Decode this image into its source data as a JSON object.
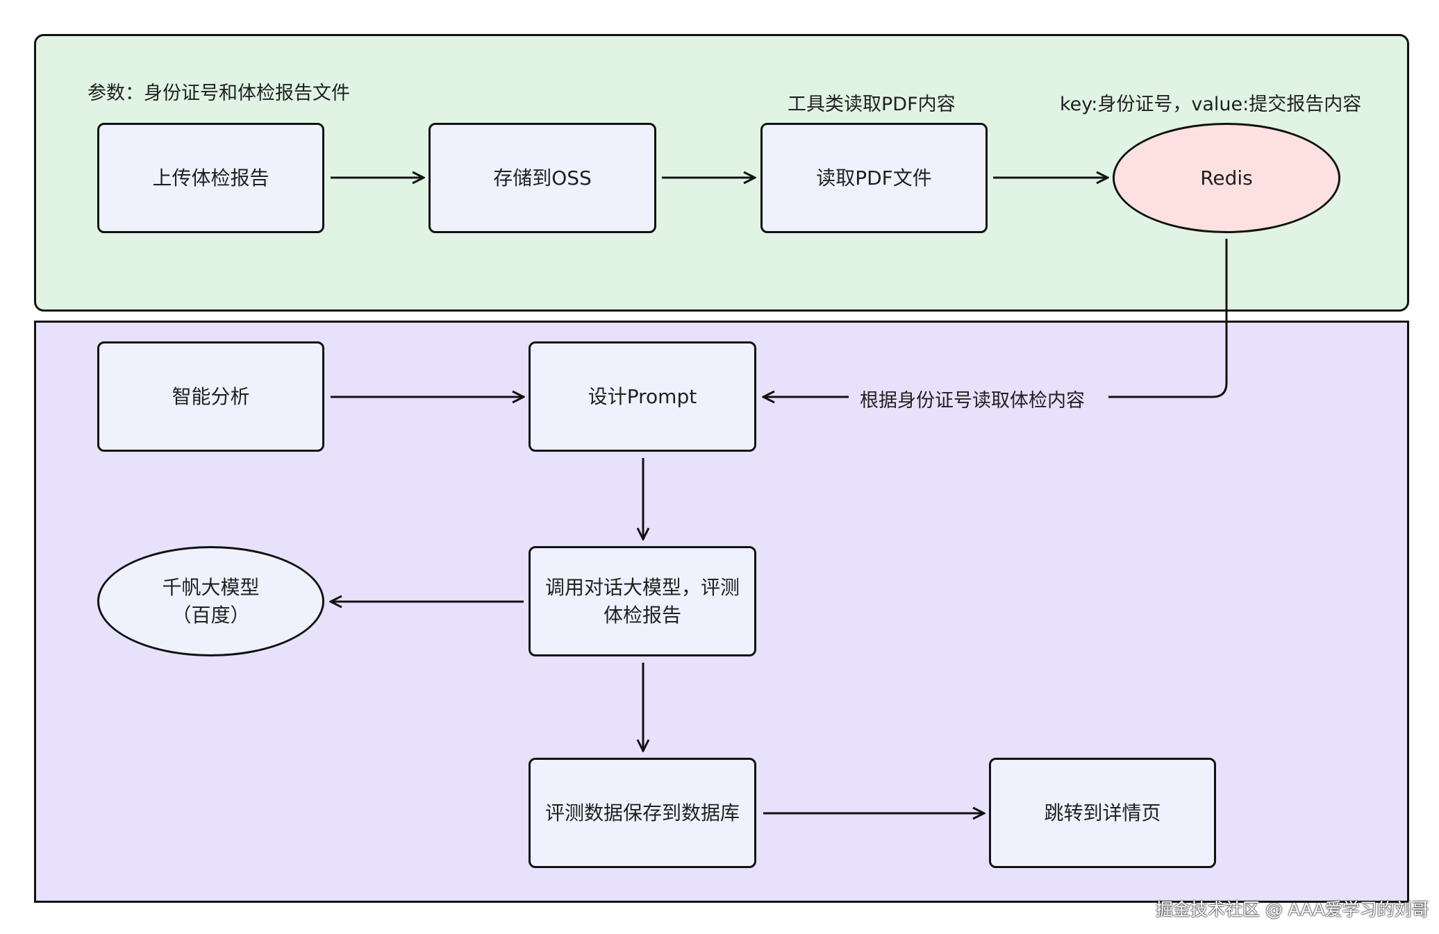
{
  "top_panel": {
    "param_label": "参数：身份证号和体检报告文件",
    "tool_label": "工具类读取PDF内容",
    "kv_label": "key:身份证号，value:提交报告内容",
    "upload": "上传体检报告",
    "store": "存储到OSS",
    "read_pdf": "读取PDF文件",
    "redis": "Redis"
  },
  "bottom_panel": {
    "analysis": "智能分析",
    "design_prompt": "设计Prompt",
    "read_by_id": "根据身份证号读取体检内容",
    "call_model": "调用对话大模型，评测\n体检报告",
    "qianfan": "千帆大模型\n（百度）",
    "save_db": "评测数据保存到数据库",
    "detail_page": "跳转到详情页"
  },
  "watermark": "掘金技术社区 @ AAA爱学习的刘哥",
  "colors": {
    "top_panel_bg": "#e1f4e3",
    "bottom_panel_bg": "#e7e1fb",
    "node_bg": "#eff2fd",
    "redis_bg": "#fde1e1"
  }
}
